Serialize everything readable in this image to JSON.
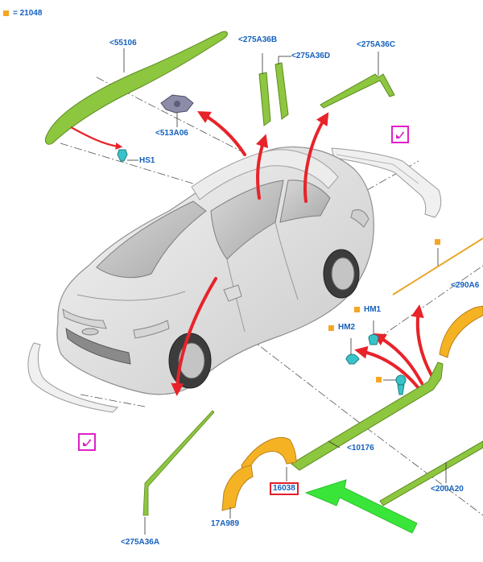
{
  "legend": {
    "label": "= 21048",
    "square_color": "#f5a623"
  },
  "labels": {
    "l55106": "<55106",
    "l275A36B": "<275A36B",
    "l275A36D": "<275A36D",
    "l275A36C": "<275A36C",
    "l513A06": "<513A06",
    "lHS1": "HS1",
    "l290A6": "<290A6",
    "lHM1": "HM1",
    "lHM2": "HM2",
    "l10176": "<10176",
    "l16038": "16038",
    "l200A20": "<200A20",
    "l17A989": "17A989",
    "l275A36A": "<275A36A"
  },
  "colors": {
    "label_text": "#1560bd",
    "part_green": "#8dc63f",
    "part_orange": "#f5b324",
    "arrow_red": "#e8232a",
    "pointer_green": "#3ae53a",
    "highlight_box": "#e0202a",
    "icon_box": "#e020c8"
  }
}
